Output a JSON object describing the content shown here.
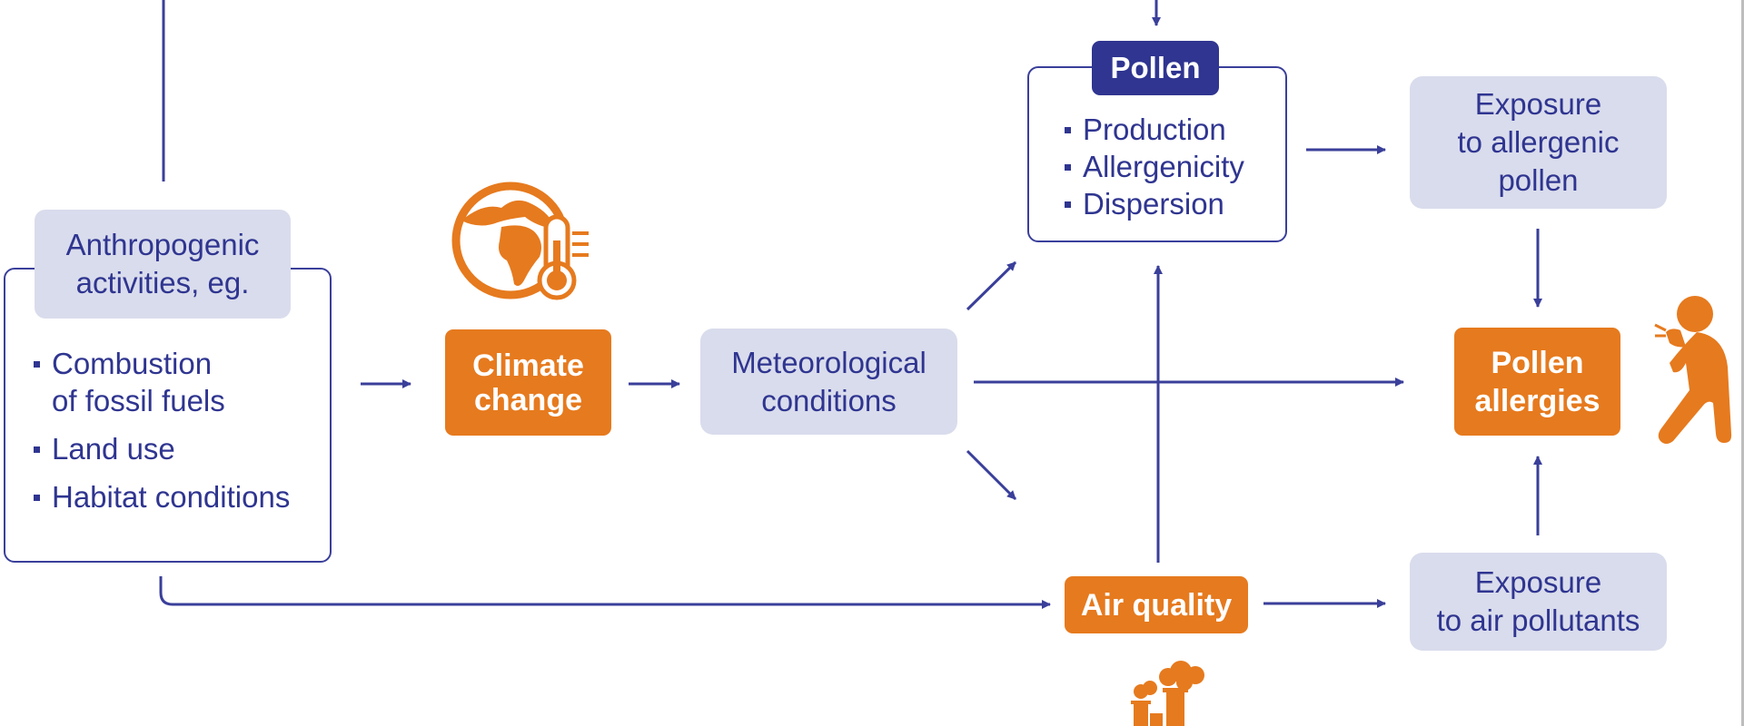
{
  "colors": {
    "navy": "#2f3590",
    "line": "#3a3f9a",
    "orange": "#e67a1e",
    "light_box": "#d9dcec"
  },
  "anthropogenic": {
    "title": [
      "Anthropogenic",
      "activities, eg."
    ],
    "items": [
      [
        "Combustion",
        "of fossil fuels"
      ],
      [
        "Land use"
      ],
      [
        "Habitat conditions"
      ]
    ]
  },
  "climate_change": {
    "label": [
      "Climate",
      "change"
    ],
    "icon": "globe-thermometer-icon"
  },
  "meteorological": {
    "label": [
      "Meteorological",
      "conditions"
    ]
  },
  "pollen": {
    "title": "Pollen",
    "items": [
      "Production",
      "Allergenicity",
      "Dispersion"
    ]
  },
  "exposure_pollen": {
    "label": [
      "Exposure",
      "to allergenic",
      "pollen"
    ]
  },
  "pollen_allergies": {
    "label": [
      "Pollen",
      "allergies"
    ],
    "icon": "sneezing-person-icon"
  },
  "air_quality": {
    "label": "Air quality",
    "icon": "factory-smoke-icon"
  },
  "exposure_air": {
    "label": [
      "Exposure",
      "to air pollutants"
    ]
  }
}
